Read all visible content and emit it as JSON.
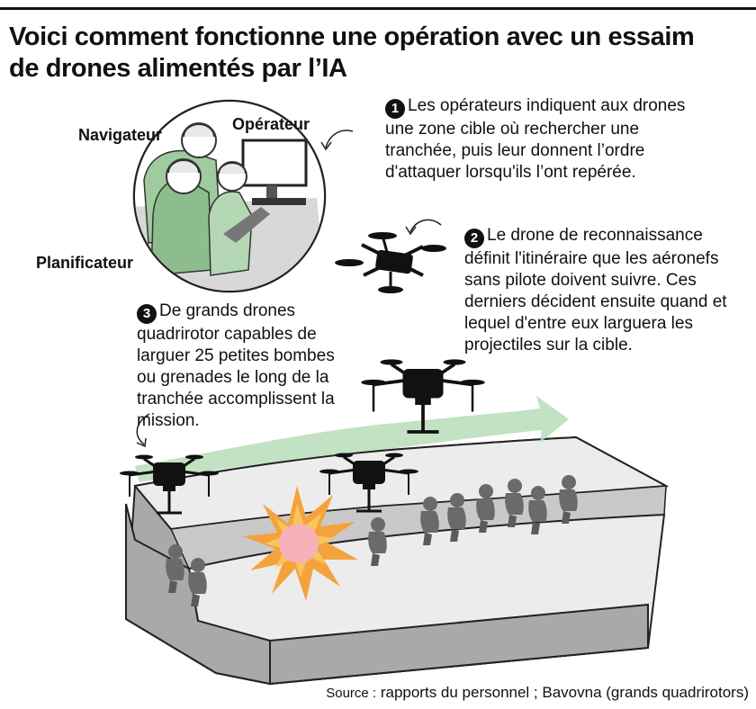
{
  "title": {
    "line1": "Voici comment fonctionne une opération avec un essaim",
    "line2": "de drones alimentés par l’IA"
  },
  "roles": {
    "navigator": "Navigateur",
    "operator": "Opérateur",
    "planner": "Planificateur"
  },
  "steps": [
    {
      "number": "1",
      "lines": [
        "Les opérateurs indiquent aux drones",
        "une zone cible où rechercher une",
        "tranchée, puis leur donnent l’ordre",
        "d'attaquer lorsqu'ils l’ont repérée."
      ]
    },
    {
      "number": "2",
      "lines": [
        "Le drone de reconnaissance",
        "définit l'itinéraire que les aéronefs",
        "sans pilote doivent suivre. Ces",
        "derniers décident ensuite quand et",
        "lequel d'entre eux larguera les",
        "projectiles sur la cible."
      ]
    },
    {
      "number": "3",
      "lines": [
        "De grands drones",
        "quadrirotor capables de",
        "larguer 25 petites bombes",
        "ou grenades le long de la",
        "tranchée accomplissent la",
        "mission."
      ]
    }
  ],
  "source": {
    "label": "Source :",
    "text": "rapports du personnel ; Bavovna (grands quadrirotors)"
  },
  "colors": {
    "ink": "#111111",
    "terrain_top": "#ececec",
    "terrain_side": "#a9a9a9",
    "trench_floor": "#c9c9c9",
    "soldier": "#6a6a6a",
    "route_green": "#b9dcb9",
    "operators_green": "#9fcb9f",
    "explosion_orange": "#f4a33c",
    "explosion_core": "#f6b0b8"
  },
  "icons": [
    "drone-icon",
    "explosion-icon",
    "curved-arrow-icon",
    "soldier-icon",
    "computer-monitor-icon"
  ]
}
